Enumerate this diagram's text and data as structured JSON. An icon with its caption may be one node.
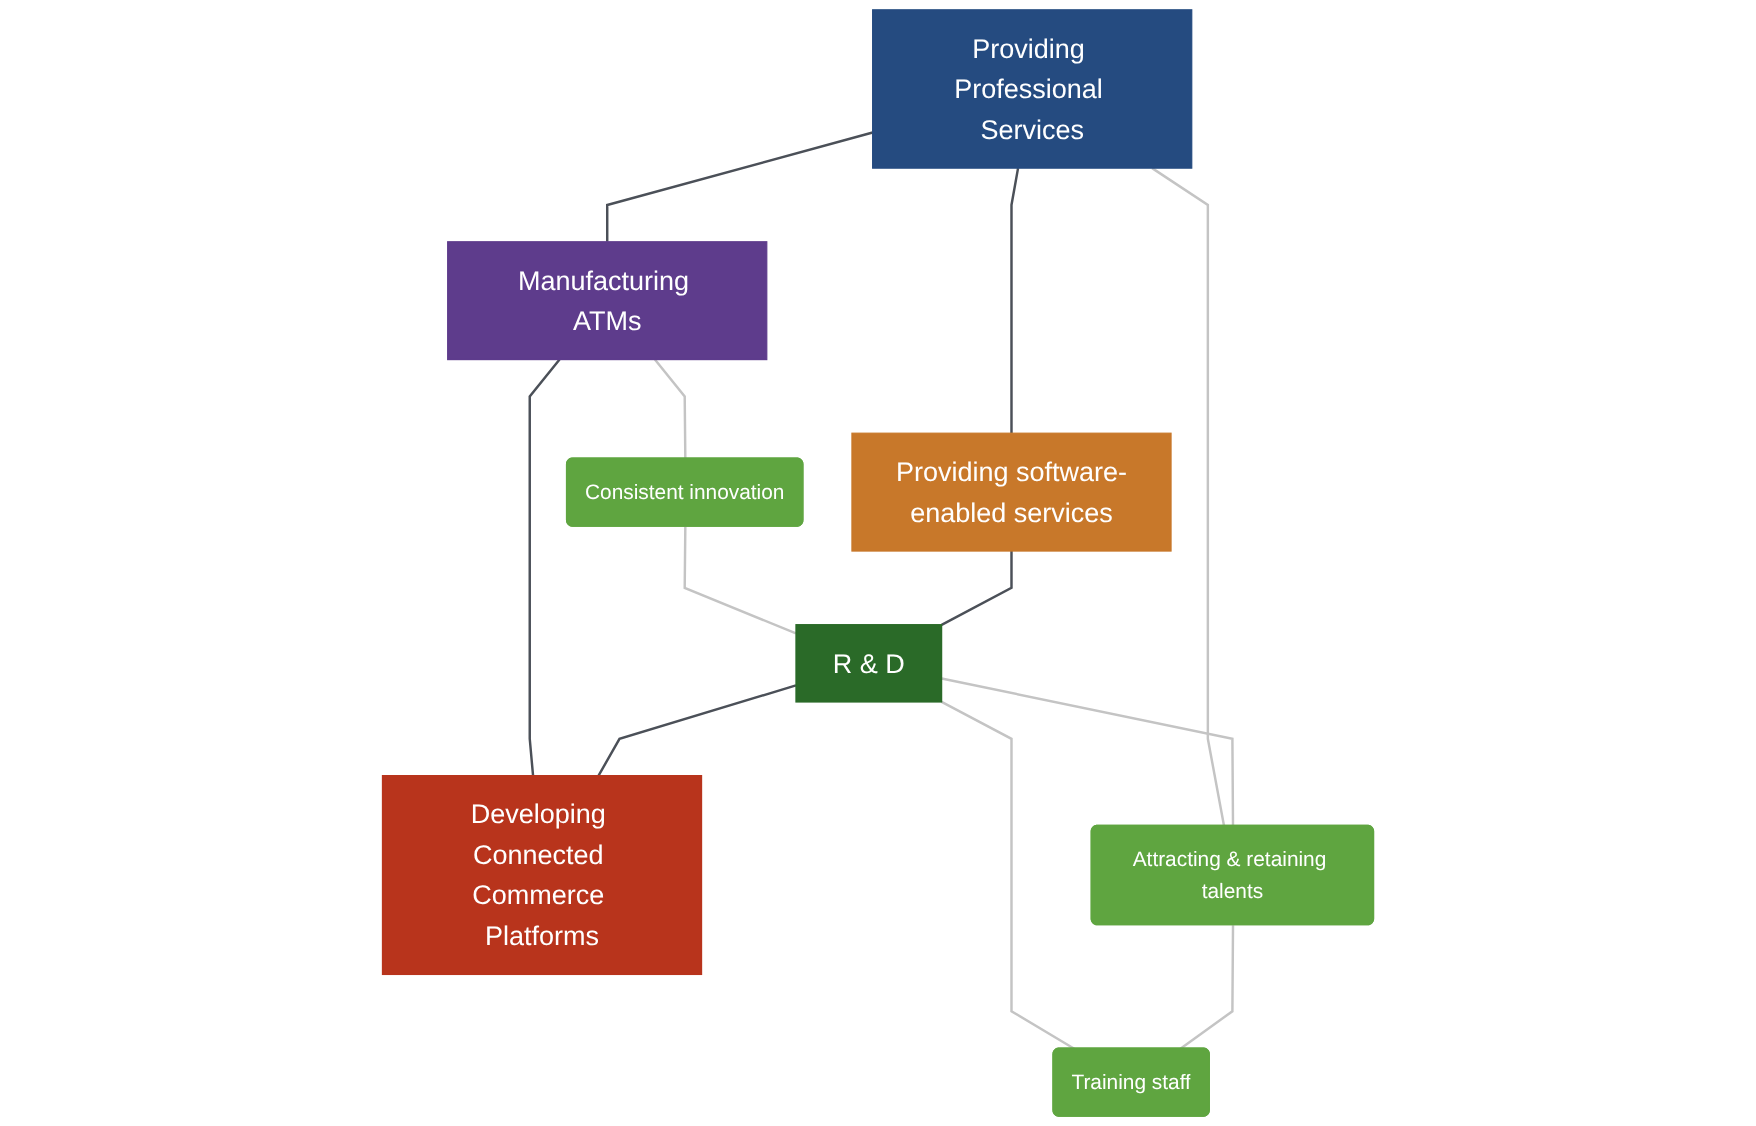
{
  "diagram": {
    "nodes": [
      {
        "text": [
          "Providing Professional Services"
        ]
      },
      {
        "text": [
          "Manufacturing ATMs"
        ]
      },
      {
        "text": [
          "Consistent innovation"
        ]
      },
      {
        "text": [
          "Providing software-enabled services"
        ]
      },
      {
        "text": [
          "R & D"
        ]
      },
      {
        "text": [
          "Developing Connected Commerce Platforms"
        ]
      },
      {
        "text": [
          "Training staff"
        ]
      },
      {
        "text": [
          "Attracting & retaining talents"
        ]
      }
    ],
    "edges": [
      {
        "from": 0,
        "to": 1,
        "arrow": "none",
        "color": "#4b5058"
      },
      {
        "from": 0,
        "to": 3,
        "arrow": "none",
        "color": "#4b5058"
      },
      {
        "from": 0,
        "to": 7,
        "arrow": "none"
      },
      {
        "from": 1,
        "to": 2,
        "arrow": "none"
      },
      {
        "from": 1,
        "to": 5,
        "arrow": "none",
        "color": "#4b5058"
      },
      {
        "from": 2,
        "to": 4,
        "arrow": "none"
      },
      {
        "from": 3,
        "to": 4,
        "arrow": "none",
        "color": "#4b5058"
      },
      {
        "from": 4,
        "to": 5,
        "arrow": "none",
        "color": "#4b5058"
      },
      {
        "from": 4,
        "to": 6,
        "arrow": "none"
      },
      {
        "from": 4,
        "to": 7,
        "arrow": "none"
      },
      {
        "from": 7,
        "to": 6,
        "arrow": "none"
      }
    ]
  }
}
